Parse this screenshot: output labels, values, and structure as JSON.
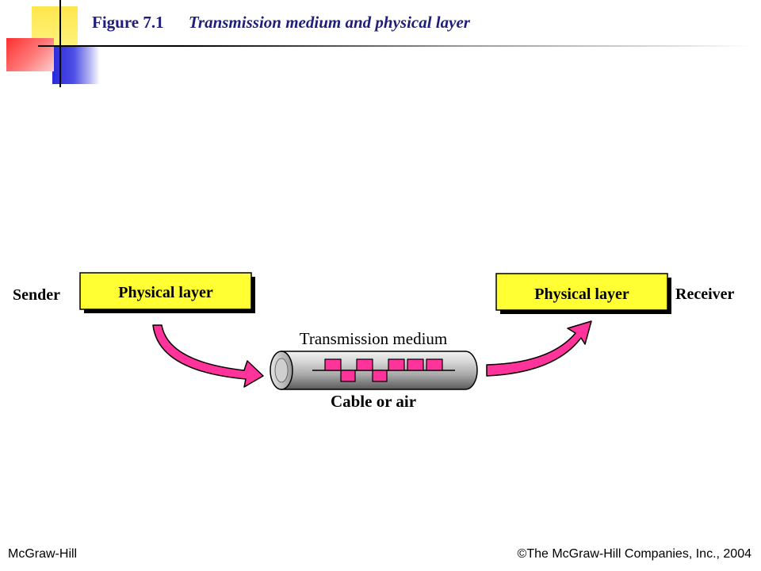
{
  "slide": {
    "figure_label": "Figure 7.1",
    "figure_caption": "Transmission medium and physical layer"
  },
  "diagram": {
    "sender_label": "Sender",
    "receiver_label": "Receiver",
    "sender_box_label": "Physical layer",
    "receiver_box_label": "Physical layer",
    "medium_label": "Transmission medium",
    "medium_caption": "Cable or air"
  },
  "footer": {
    "publisher": "McGraw-Hill",
    "copyright": "©The McGraw-Hill Companies, Inc., 2004"
  },
  "colors": {
    "box_fill": "#ffff33",
    "arrow_fill": "#ff3399",
    "signal_fill": "#ff3399",
    "title_color": "#1f1f7a",
    "cable_gray": "#a8a8a8"
  }
}
